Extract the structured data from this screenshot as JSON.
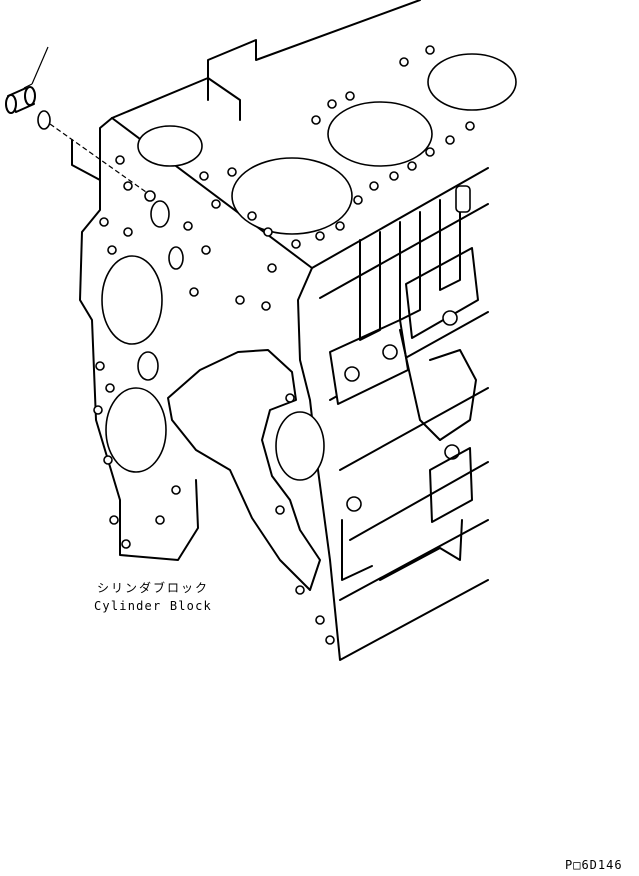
{
  "labels": {
    "part_name_jp": "シリンダブロック",
    "part_name_en": "Cylinder Block",
    "reference_code": "P□6D146"
  },
  "colors": {
    "line": "#000000",
    "background": "#ffffff"
  }
}
